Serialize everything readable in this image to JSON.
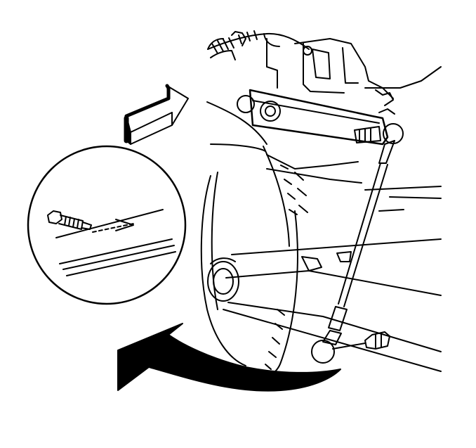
{
  "figure": {
    "kind": "technical-line-illustration",
    "subject": "height-sensor-linkage-at-suspension",
    "background_color": "#ffffff",
    "line_color": "#000000",
    "parts": [
      {
        "name": "view-direction-arrow",
        "icon": "hollow-3d-arrow-icon"
      },
      {
        "name": "detail-inset",
        "icon": "magnifier-circle-icon"
      },
      {
        "name": "inset-bolt",
        "icon": "bolt-icon"
      },
      {
        "name": "sensor-arm",
        "icon": "lever-arm-icon"
      },
      {
        "name": "sensor-link-rod",
        "icon": "link-rod-icon"
      },
      {
        "name": "ball-stud",
        "icon": "ball-stud-icon"
      },
      {
        "name": "lower-control-arm",
        "icon": "control-arm-icon"
      },
      {
        "name": "bushing",
        "icon": "bushing-icon"
      },
      {
        "name": "brake-rotor",
        "icon": "rotor-icon"
      },
      {
        "name": "curved-leader-arrow",
        "icon": "curved-arrow-icon"
      }
    ]
  }
}
